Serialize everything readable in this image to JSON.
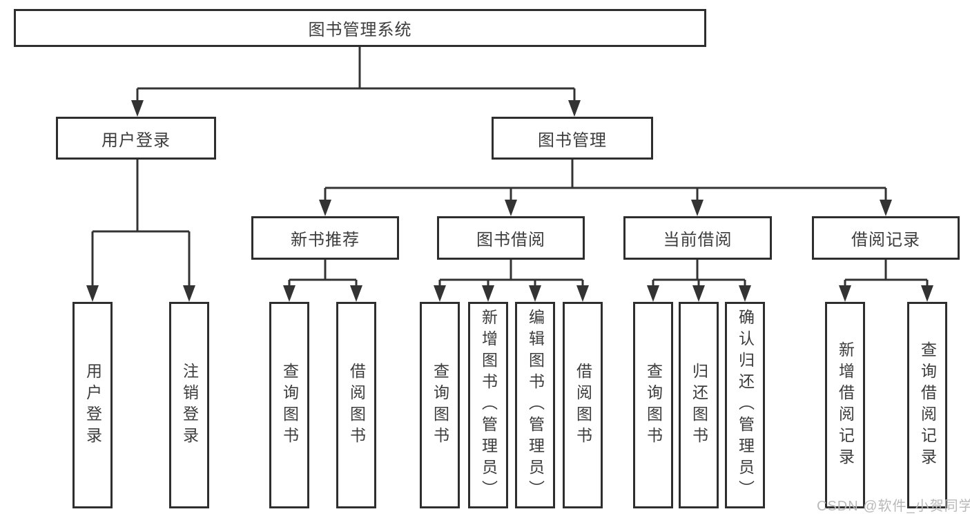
{
  "tree": {
    "label": "图书管理系统",
    "children": [
      {
        "label": "用户登录",
        "children": [
          {
            "label": "用户登录"
          },
          {
            "label": "注销登录"
          }
        ]
      },
      {
        "label": "图书管理",
        "children": [
          {
            "label": "新书推荐",
            "children": [
              {
                "label": "查询图书"
              },
              {
                "label": "借阅图书"
              }
            ]
          },
          {
            "label": "图书借阅",
            "children": [
              {
                "label": "查询图书"
              },
              {
                "label": "新增图书（管理员）"
              },
              {
                "label": "编辑图书（管理员）"
              },
              {
                "label": "借阅图书"
              }
            ]
          },
          {
            "label": "当前借阅",
            "children": [
              {
                "label": "查询图书"
              },
              {
                "label": "归还图书"
              },
              {
                "label": "确认归还（管理员）"
              }
            ]
          },
          {
            "label": "借阅记录",
            "children": [
              {
                "label": "新增借阅记录"
              },
              {
                "label": "查询借阅记录"
              }
            ]
          }
        ]
      }
    ]
  },
  "watermark": "CSDN @软件_小贺同学",
  "colors": {
    "line": "#333333",
    "box_border": "#2e2e2e",
    "text": "#3c3c3c",
    "watermark": "#b9b9b9",
    "background": "#ffffff"
  }
}
